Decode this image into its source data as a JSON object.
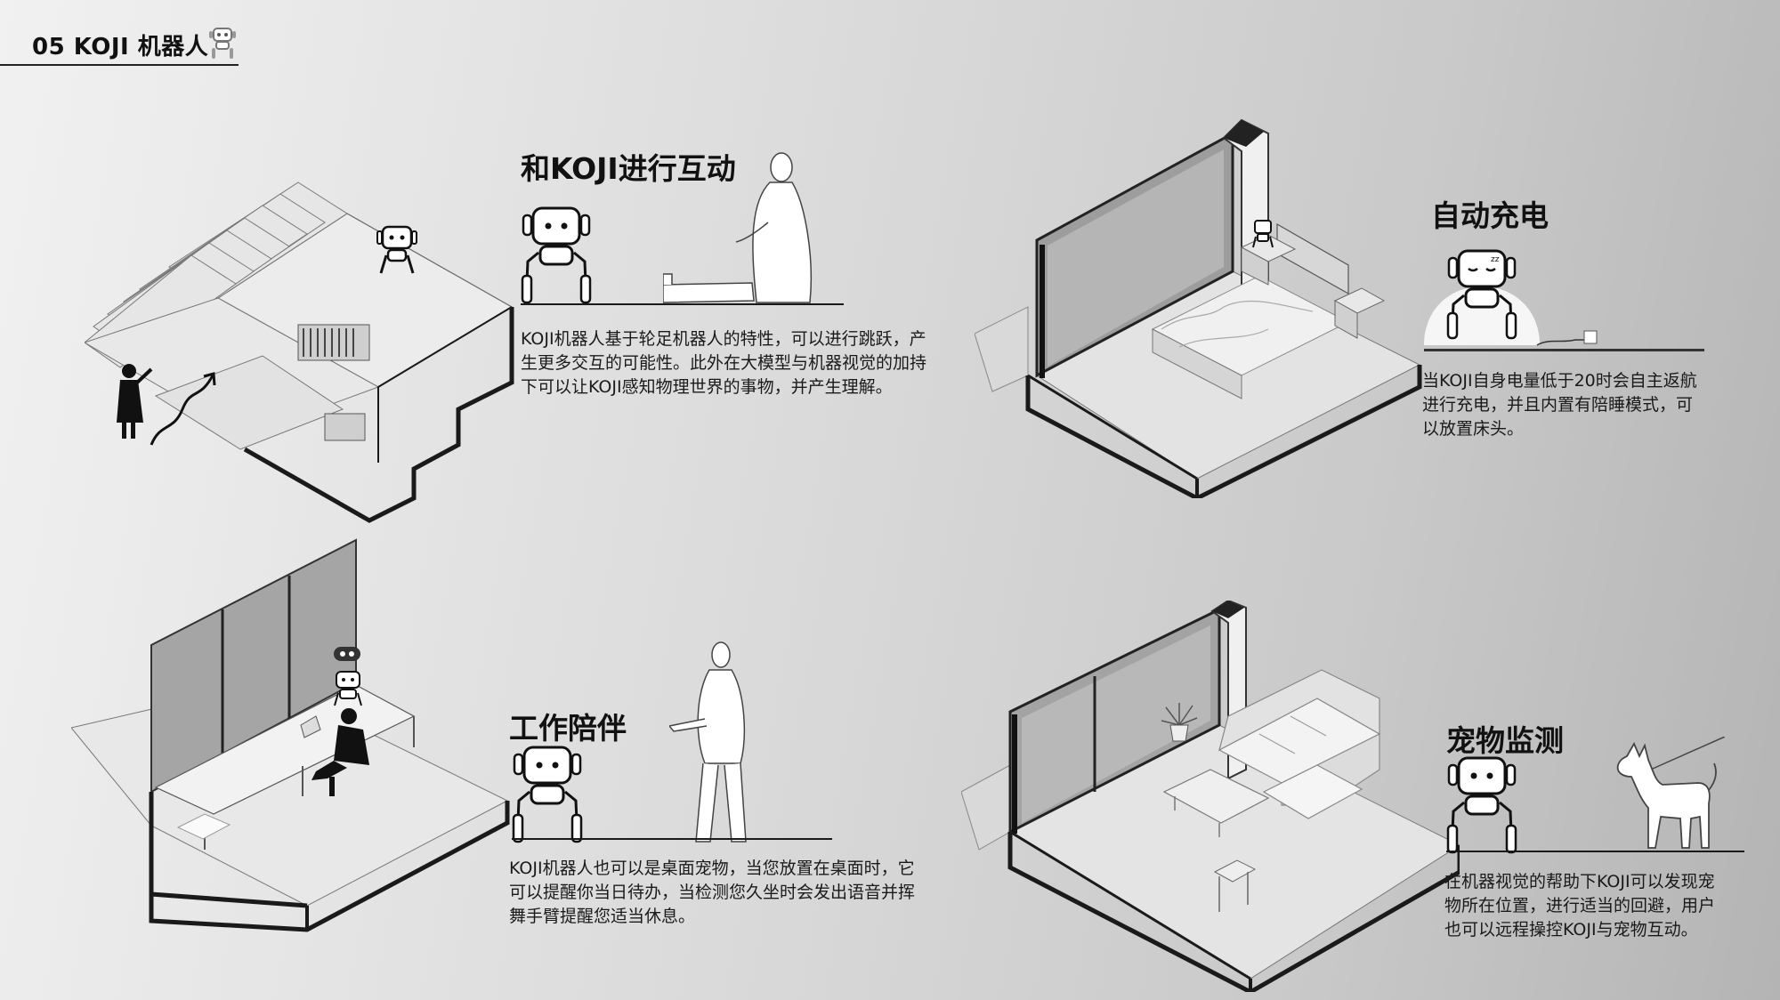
{
  "header": {
    "title": "05  KOJI 机器人"
  },
  "sections": [
    {
      "id": "interact",
      "title": "和KOJI进行互动",
      "description": "KOJI机器人基于轮足机器人的特性，可以进行跳跃，产生更多交互的可能性。此外在大模型与机器视觉的加持下可以让KOJI感知物理世界的事物，并产生理解。"
    },
    {
      "id": "charging",
      "title": "自动充电",
      "description": "当KOJI自身电量低于20时会自主返航进行充电，并且内置有陪睡模式，可以放置床头。"
    },
    {
      "id": "work",
      "title": "工作陪伴",
      "description": "KOJI机器人也可以是桌面宠物，当您放置在桌面时，它可以提醒你当日待办，当检测您久坐时会发出语音并挥舞手臂提醒您适当休息。"
    },
    {
      "id": "pet",
      "title": "宠物监测",
      "description": "在机器视觉的帮助下KOJI可以发现宠物所在位置，进行适当的回避，用户也可以远程操控KOJI与宠物互动。"
    }
  ]
}
